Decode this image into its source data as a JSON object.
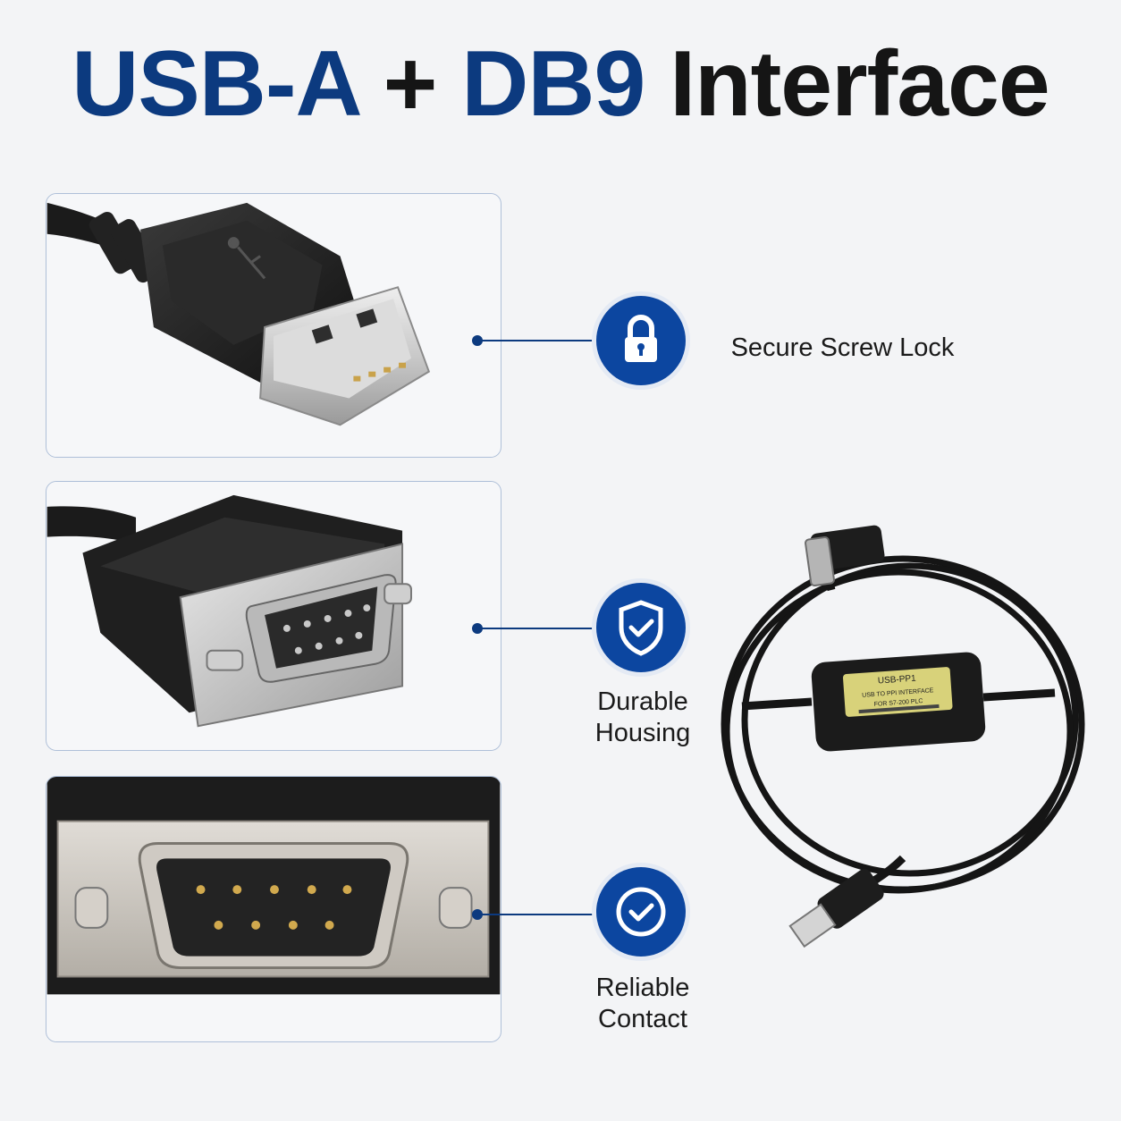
{
  "headline": {
    "part1": "USB-A",
    "part2": "+",
    "part3": "DB9",
    "part4": "Interface"
  },
  "colors": {
    "brand_blue": "#0c3a7f",
    "badge_blue": "#0c46a0",
    "text_dark": "#151515",
    "panel_border": "#aebfd8"
  },
  "panels": [
    {
      "subject": "usb-a-connector-closeup"
    },
    {
      "subject": "db9-connector-angle"
    },
    {
      "subject": "db9-pins-front"
    }
  ],
  "features": [
    {
      "icon": "padlock-icon",
      "label": "Secure Screw Lock"
    },
    {
      "icon": "shield-check-icon",
      "label_line1": "Durable",
      "label_line2": "Housing"
    },
    {
      "icon": "check-circle-icon",
      "label_line1": "Reliable",
      "label_line2": "Contact"
    }
  ],
  "product_label": {
    "model": "USB-PP1",
    "line1": "USB TO PPI  INTERFACE",
    "line2": "FOR S7-200 PLC"
  }
}
